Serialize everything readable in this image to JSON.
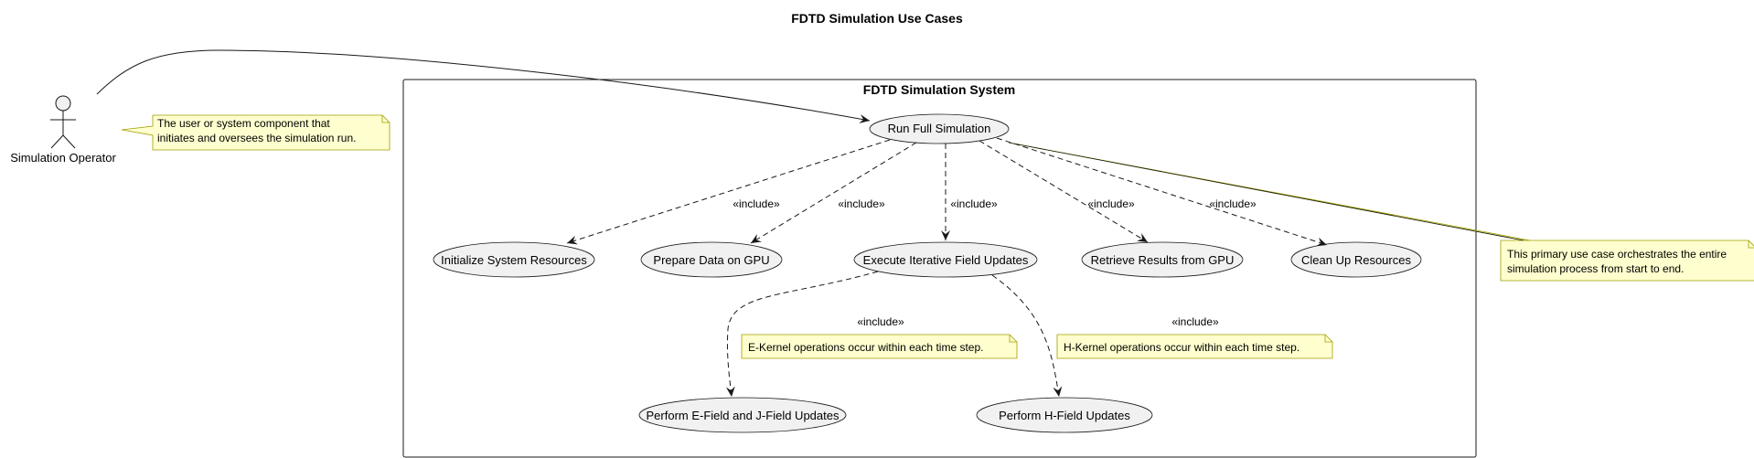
{
  "diagram": {
    "title": "FDTD Simulation Use Cases",
    "system": {
      "name": "FDTD Simulation System"
    },
    "actor": {
      "name": "Simulation Operator"
    },
    "use_cases": {
      "run": "Run Full Simulation",
      "init": "Initialize System Resources",
      "prepare": "Prepare Data on GPU",
      "execute": "Execute Iterative Field Updates",
      "retrieve": "Retrieve Results from GPU",
      "cleanup": "Clean Up Resources",
      "efield": "Perform E-Field and J-Field Updates",
      "hfield": "Perform H-Field Updates"
    },
    "include_label": "«include»",
    "notes": {
      "actor": [
        "The user or system component that",
        "initiates and oversees the simulation run."
      ],
      "run": [
        "This primary use case orchestrates the entire",
        "simulation process from start to end."
      ],
      "ekernel": [
        "E-Kernel operations occur within each time step."
      ],
      "hkernel": [
        "H-Kernel operations occur within each time step."
      ]
    }
  },
  "colors": {
    "usecase_fill": "#f1f1f1",
    "note_fill": "#fefece",
    "note_border": "#a0a000",
    "line": "#181818"
  }
}
